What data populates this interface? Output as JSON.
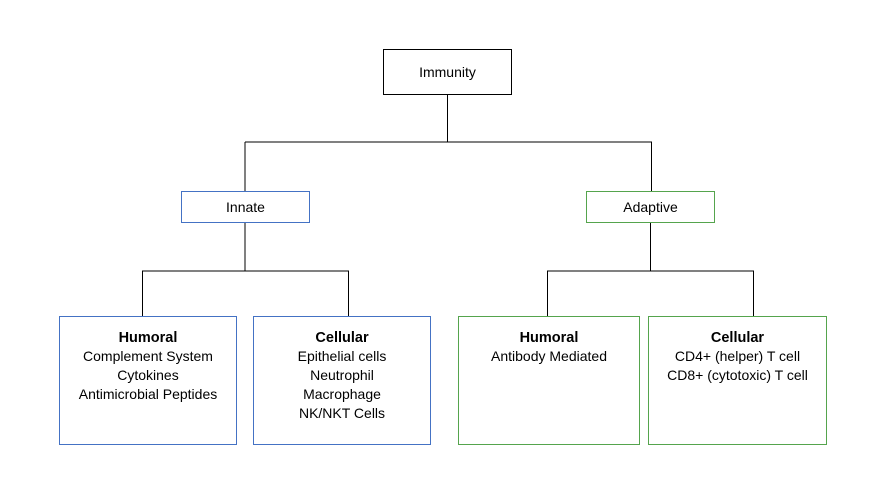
{
  "diagram": {
    "type": "hierarchy-tree",
    "title_node": {
      "label": "Immunity",
      "border_color": "#000000"
    },
    "colors": {
      "root_border": "#000000",
      "innate_border": "#4472c4",
      "adaptive_border": "#55a44d",
      "connector": "#000000",
      "background": "#ffffff",
      "text": "#000000"
    },
    "branches": [
      {
        "label": "Innate",
        "border_color": "#4472c4",
        "children": [
          {
            "title": "Humoral",
            "border_color": "#4472c4",
            "items": [
              "Complement System",
              "Cytokines",
              "Antimicrobial Peptides"
            ]
          },
          {
            "title": "Cellular",
            "border_color": "#4472c4",
            "items": [
              "Epithelial cells",
              "Neutrophil",
              "Macrophage",
              "NK/NKT Cells"
            ]
          }
        ]
      },
      {
        "label": "Adaptive",
        "border_color": "#55a44d",
        "children": [
          {
            "title": "Humoral",
            "border_color": "#55a44d",
            "items": [
              "Antibody Mediated"
            ]
          },
          {
            "title": "Cellular",
            "border_color": "#55a44d",
            "items": [
              "CD4+ (helper) T cell",
              "CD8+ (cytotoxic) T cell"
            ]
          }
        ]
      }
    ]
  }
}
